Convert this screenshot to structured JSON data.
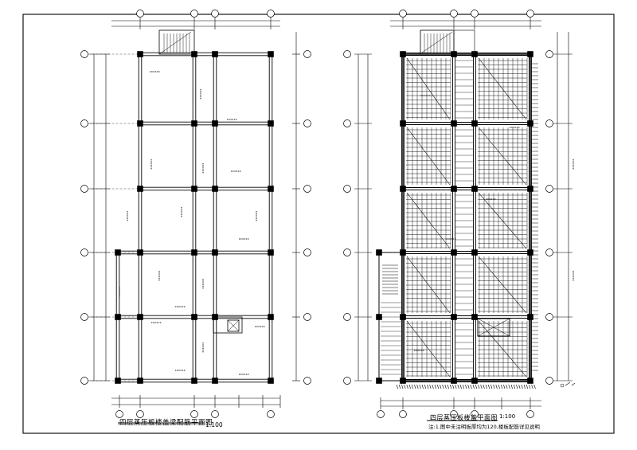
{
  "drawings": {
    "left": {
      "title": "四层蒸压板楼盖梁配筋平面图",
      "scale": "1:100"
    },
    "right": {
      "title": "四层蒸压板楼盖平面图",
      "scale": "1:100",
      "note": "注:1.图中未注明板厚均为120,楼板配筋详见说明"
    }
  }
}
